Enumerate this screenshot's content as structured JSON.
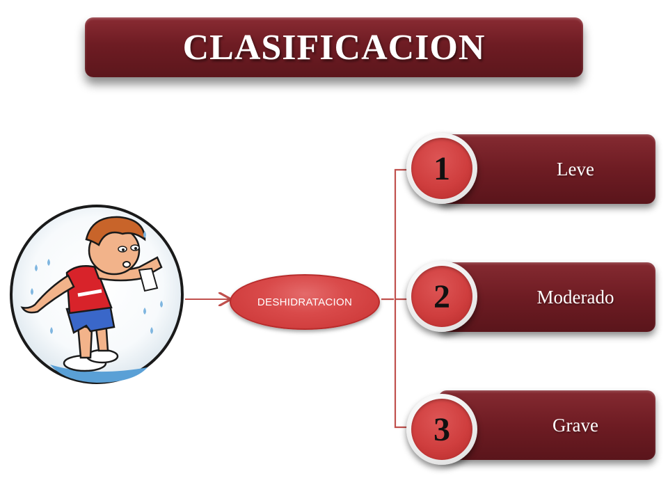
{
  "title": "CLASIFICACION",
  "center_node": {
    "label": "DESHIDRATACION"
  },
  "levels": [
    {
      "number": "1",
      "label": "Leve"
    },
    {
      "number": "2",
      "label": "Moderado"
    },
    {
      "number": "3",
      "label": "Grave"
    }
  ],
  "colors": {
    "title_bar": "#6e1c23",
    "level_bar": "#6e1c23",
    "node_red": "#d94a4a",
    "connector": "#c0504d",
    "circle_ring": "#f4f4f4"
  },
  "illustration": {
    "icon": "dehydrated-runner-icon"
  }
}
